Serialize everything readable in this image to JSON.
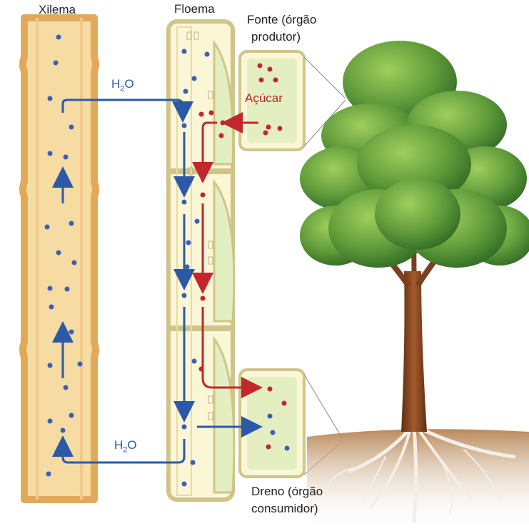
{
  "labels": {
    "xylem": "Xilema",
    "phloem": "Floema",
    "source_line1": "Fonte (órgão",
    "source_line2": "produtor)",
    "sugar": "Açúcar",
    "water_top_main": "H",
    "water_top_sub": "2",
    "water_top_end": "O",
    "water_bottom_main": "H",
    "water_bottom_sub": "2",
    "water_bottom_end": "O",
    "sink_line1": "Dreno (órgão",
    "sink_line2": "consumidor)"
  },
  "colors": {
    "water_arrow": "#2b59a8",
    "sugar_arrow": "#c1272d",
    "xylem_fill": "#f6dba2",
    "xylem_wall": "#e3a95b",
    "phloem_fill": "#fbf6d6",
    "phloem_wall": "#cfc58a",
    "cell_fill": "#e3efc0",
    "foliage": "#5f9a3a",
    "trunk": "#8a4a24",
    "soil": "#c99a6a"
  }
}
